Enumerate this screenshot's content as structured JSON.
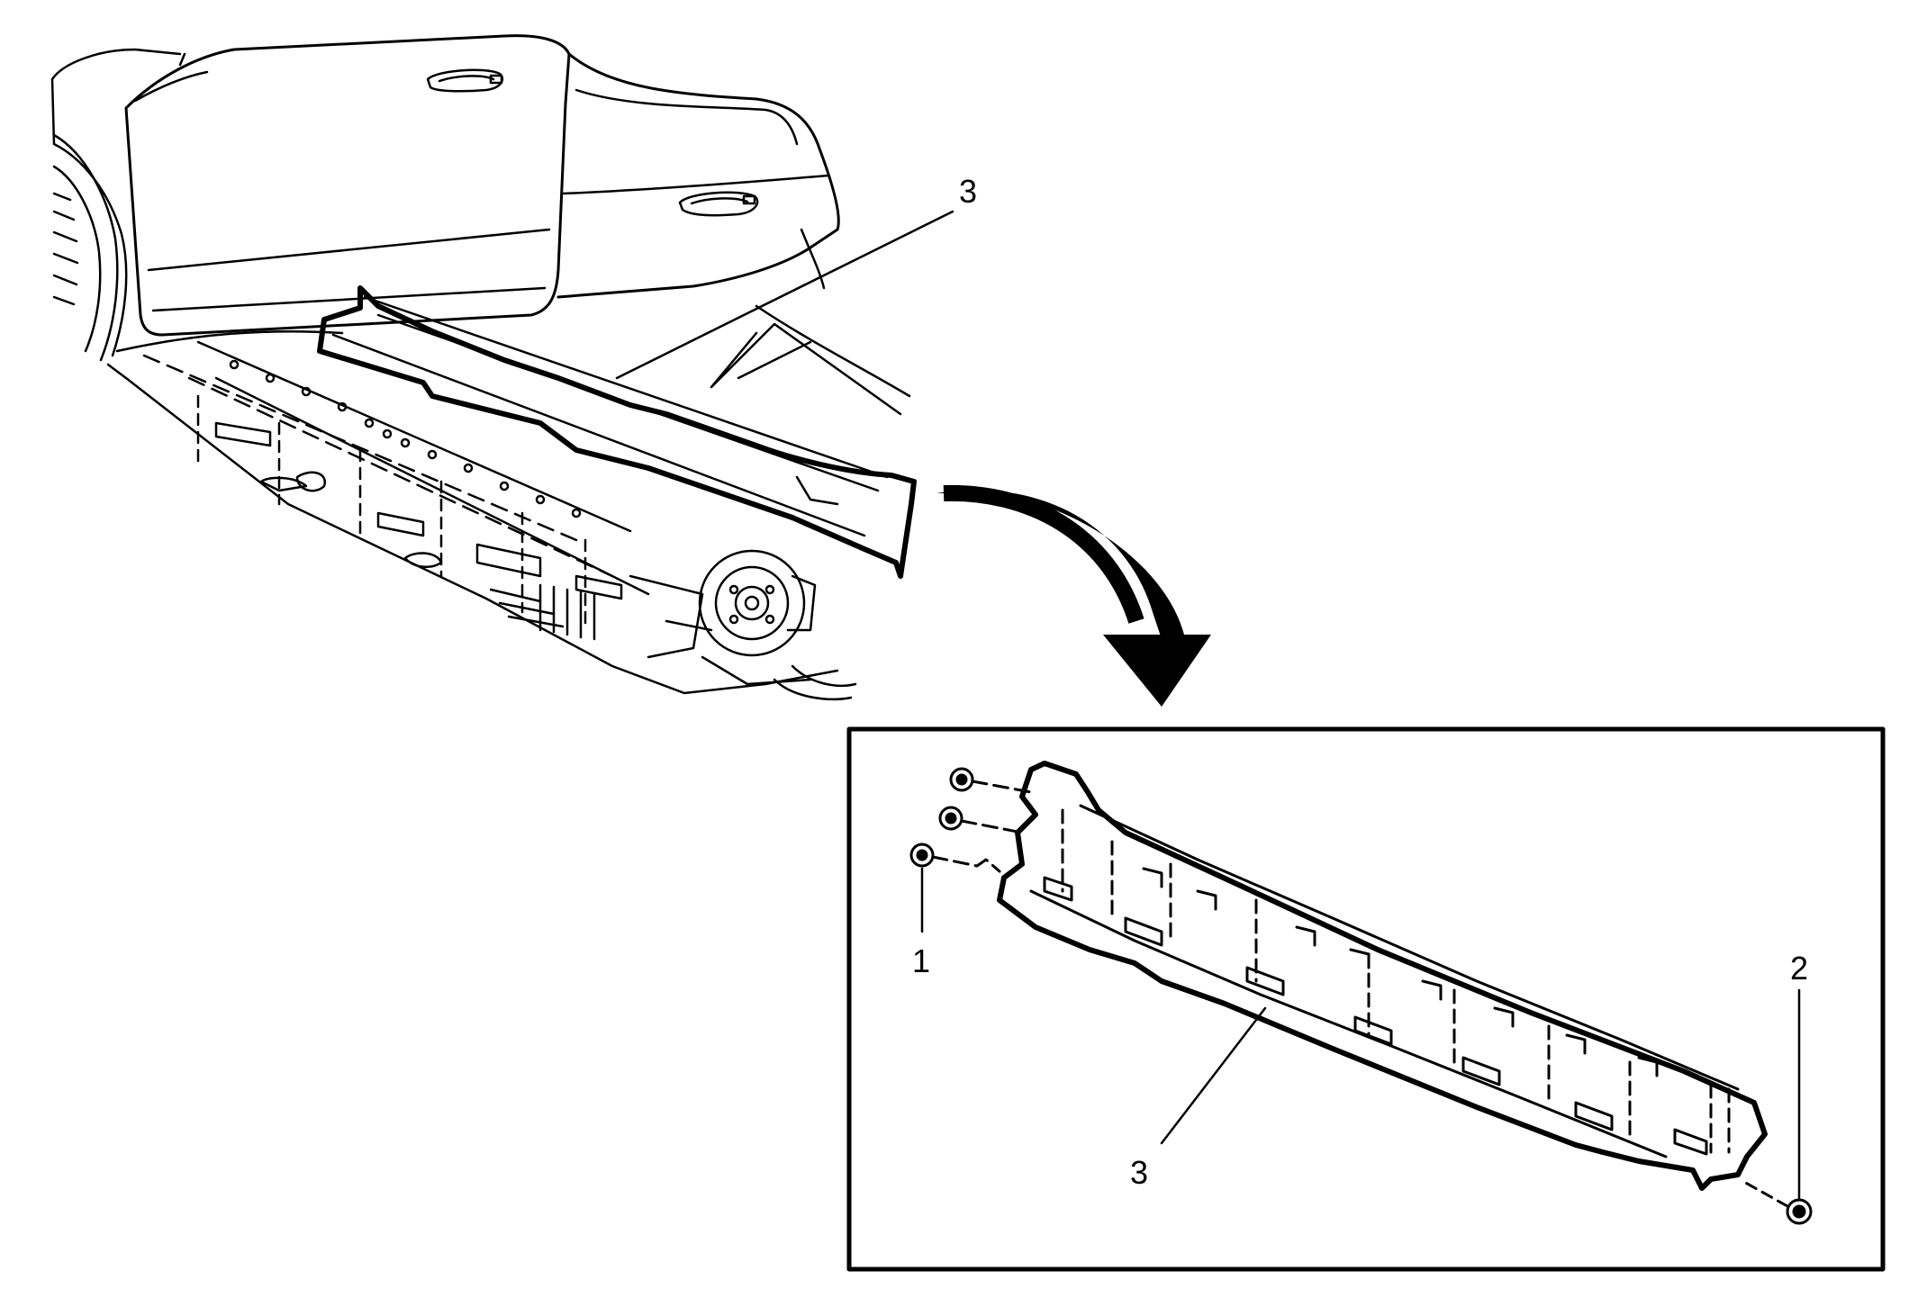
{
  "callouts": {
    "upper_three": "3",
    "detail_one": "1",
    "detail_two": "2",
    "detail_three": "3"
  },
  "colors": {
    "line": "#000000",
    "background": "#ffffff"
  },
  "icons": {
    "arrow": "curved-arrow-icon",
    "fastener": "push-pin-retainer-icon"
  }
}
